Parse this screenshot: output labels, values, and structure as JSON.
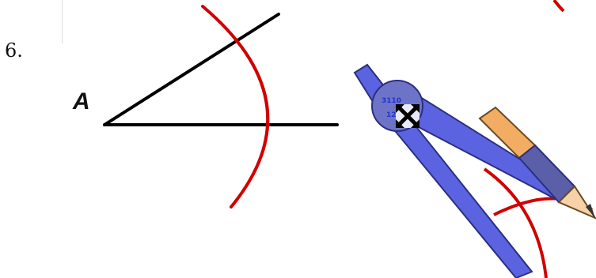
{
  "step_number": "6.",
  "vertex_label": "A",
  "compass_dial_digits": "3110",
  "compass_dial_digits_lower": "12",
  "colors": {
    "arc": "#d00000",
    "ray": "#000000",
    "compass_leg": "#5b63e0",
    "compass_head": "#6d74c8",
    "pencil_body": "#f2ad63",
    "pencil_grip": "#5a5fa8",
    "pencil_tip": "#f6d2a8"
  },
  "icons": [
    "move-cursor-icon"
  ]
}
